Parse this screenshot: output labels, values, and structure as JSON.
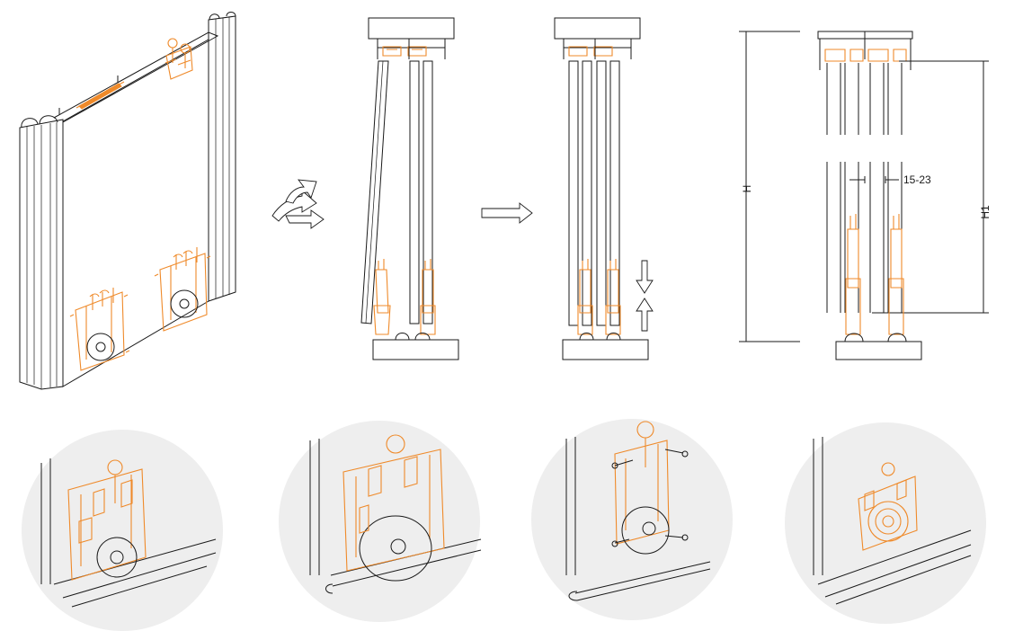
{
  "colors": {
    "accent_orange": "#ef8a2a",
    "line": "#1a1a1a",
    "detail_circle": "#eeeeee"
  },
  "labels": {
    "height_total": "H",
    "height_h1": "H1",
    "gap": "15-23"
  },
  "icons": {
    "step_arrow_rotate": "rotate-arrow-icon",
    "step_arrow_right": "right-arrow-icon",
    "adjust_arrows": "up-down-arrows-icon"
  }
}
